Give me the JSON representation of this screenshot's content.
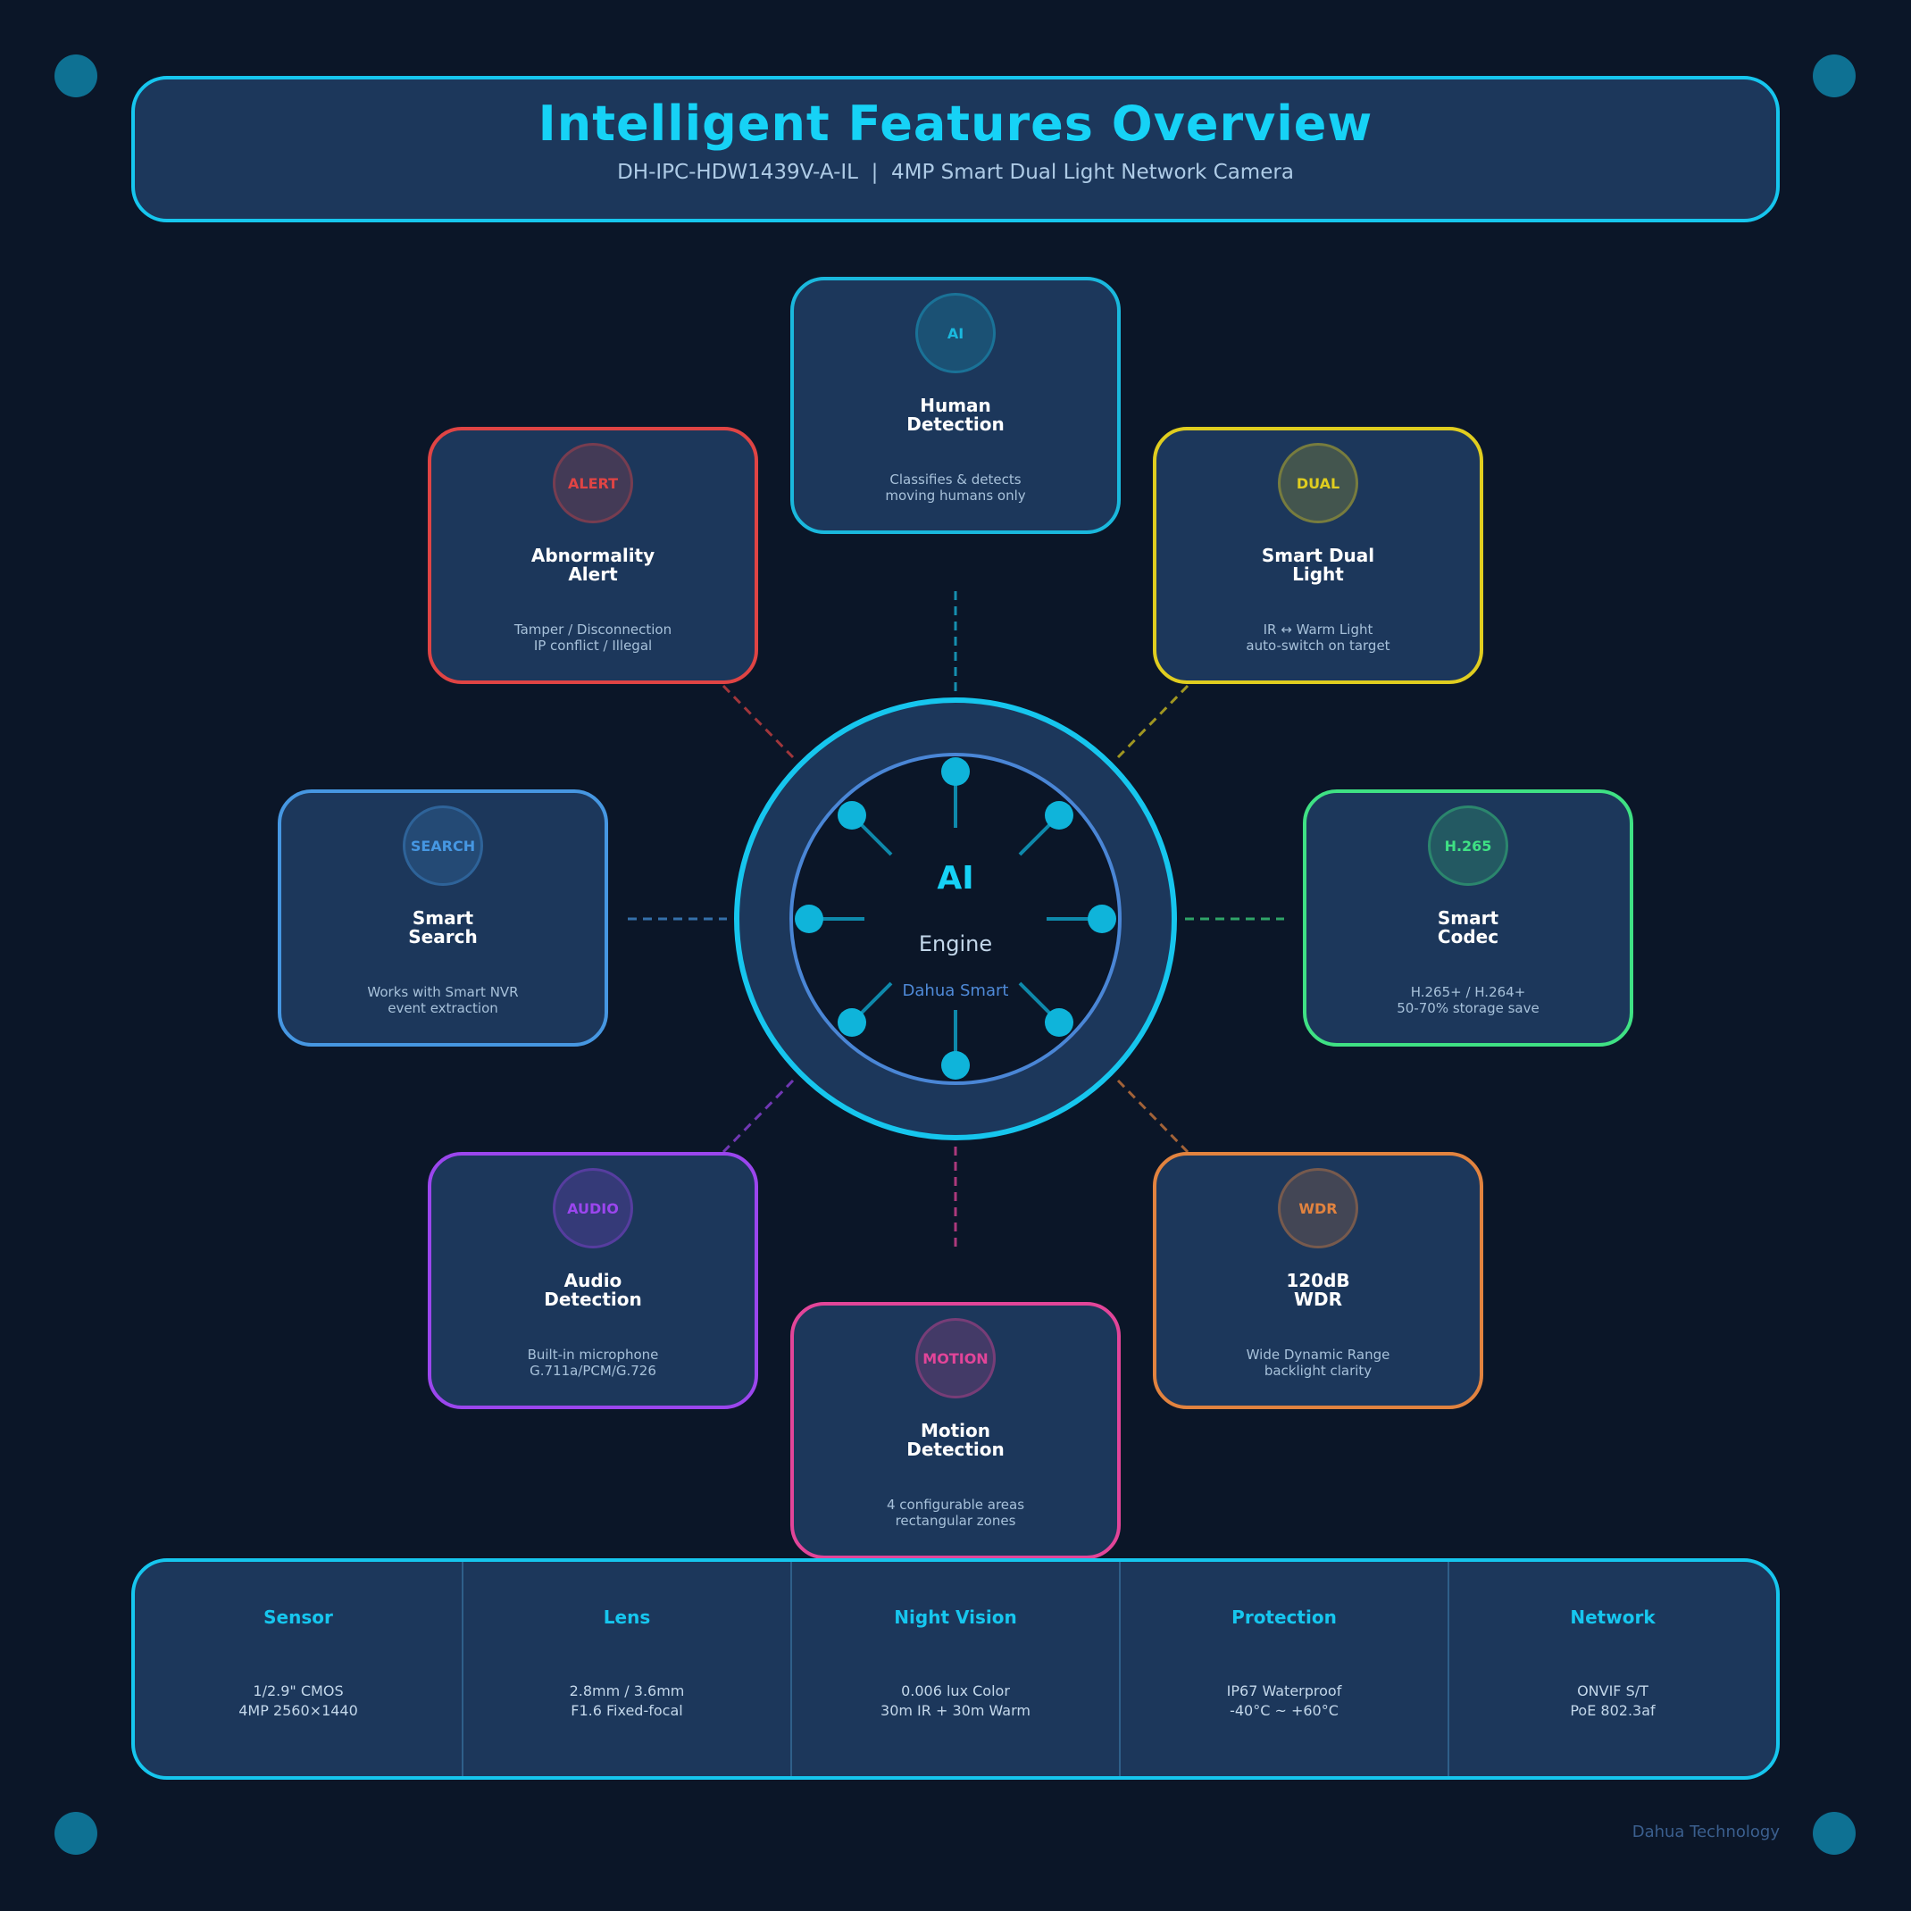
{
  "header": {
    "title": "Intelligent Features Overview",
    "subtitle": "DH-IPC-HDW1439V-A-IL  |  4MP Smart Dual Light Network Camera"
  },
  "hub": {
    "title": "AI",
    "subtitle": "Engine",
    "caption": "Dahua Smart"
  },
  "features": [
    {
      "badge": "AI",
      "name_lines": [
        "Human",
        "Detection"
      ],
      "desc_lines": [
        "Classifies & detects",
        "moving humans only"
      ],
      "color": "#1ab8dd"
    },
    {
      "badge": "DUAL",
      "name_lines": [
        "Smart Dual",
        "Light"
      ],
      "desc_lines": [
        "IR ↔ Warm Light",
        "auto-switch on target"
      ],
      "color": "#e0cd1f"
    },
    {
      "badge": "H.265",
      "name_lines": [
        "Smart",
        "Codec"
      ],
      "desc_lines": [
        "H.265+ / H.264+",
        "50-70% storage save"
      ],
      "color": "#3fe184"
    },
    {
      "badge": "WDR",
      "name_lines": [
        "120dB",
        "WDR"
      ],
      "desc_lines": [
        "Wide Dynamic Range",
        "backlight clarity"
      ],
      "color": "#e2833f"
    },
    {
      "badge": "MOTION",
      "name_lines": [
        "Motion",
        "Detection"
      ],
      "desc_lines": [
        "4 configurable areas",
        "rectangular zones"
      ],
      "color": "#e24599"
    },
    {
      "badge": "AUDIO",
      "name_lines": [
        "Audio",
        "Detection"
      ],
      "desc_lines": [
        "Built-in microphone",
        "G.711a/PCM/G.726"
      ],
      "color": "#9b46ee"
    },
    {
      "badge": "SEARCH",
      "name_lines": [
        "Smart",
        "Search"
      ],
      "desc_lines": [
        "Works with Smart NVR",
        "event extraction"
      ],
      "color": "#4697e2"
    },
    {
      "badge": "ALERT",
      "name_lines": [
        "Abnormality",
        "Alert"
      ],
      "desc_lines": [
        "Tamper / Disconnection",
        "IP conflict / Illegal"
      ],
      "color": "#e04444"
    }
  ],
  "specs": [
    {
      "label": "Sensor",
      "lines": [
        "1/2.9\" CMOS",
        "4MP 2560×1440"
      ]
    },
    {
      "label": "Lens",
      "lines": [
        "2.8mm / 3.6mm",
        "F1.6 Fixed-focal"
      ]
    },
    {
      "label": "Night Vision",
      "lines": [
        "0.006 lux Color",
        "30m IR + 30m Warm"
      ]
    },
    {
      "label": "Protection",
      "lines": [
        "IP67 Waterproof",
        "-40°C ~ +60°C"
      ]
    },
    {
      "label": "Network",
      "lines": [
        "ONVIF S/T",
        "PoE 802.3af"
      ]
    }
  ],
  "credit": "Dahua Technology",
  "colors": {
    "background": "#0b1628",
    "panel": "#1c375b",
    "accent": "#16c6ee"
  }
}
